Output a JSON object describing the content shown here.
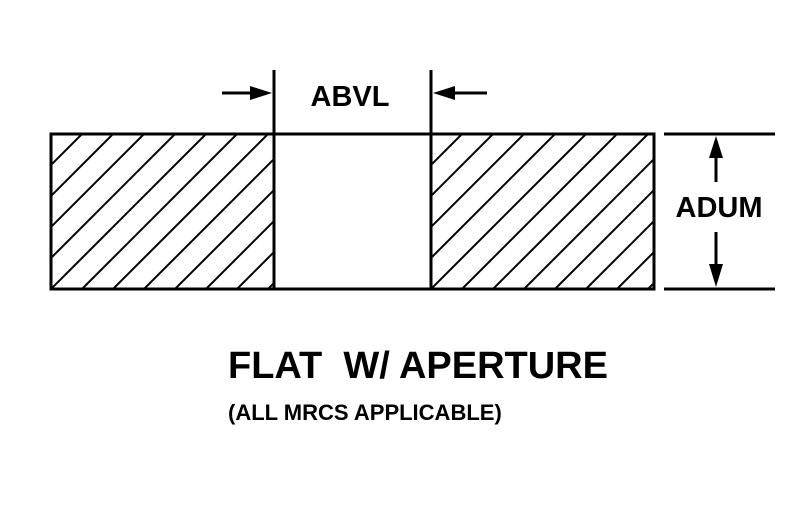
{
  "diagram": {
    "width_label": "ABVL",
    "thickness_label": "ADUM",
    "title": "FLAT  W/ APERTURE",
    "subtitle": "(ALL MRCS APPLICABLE)"
  },
  "colors": {
    "ink": "#000000",
    "background": "#ffffff"
  }
}
